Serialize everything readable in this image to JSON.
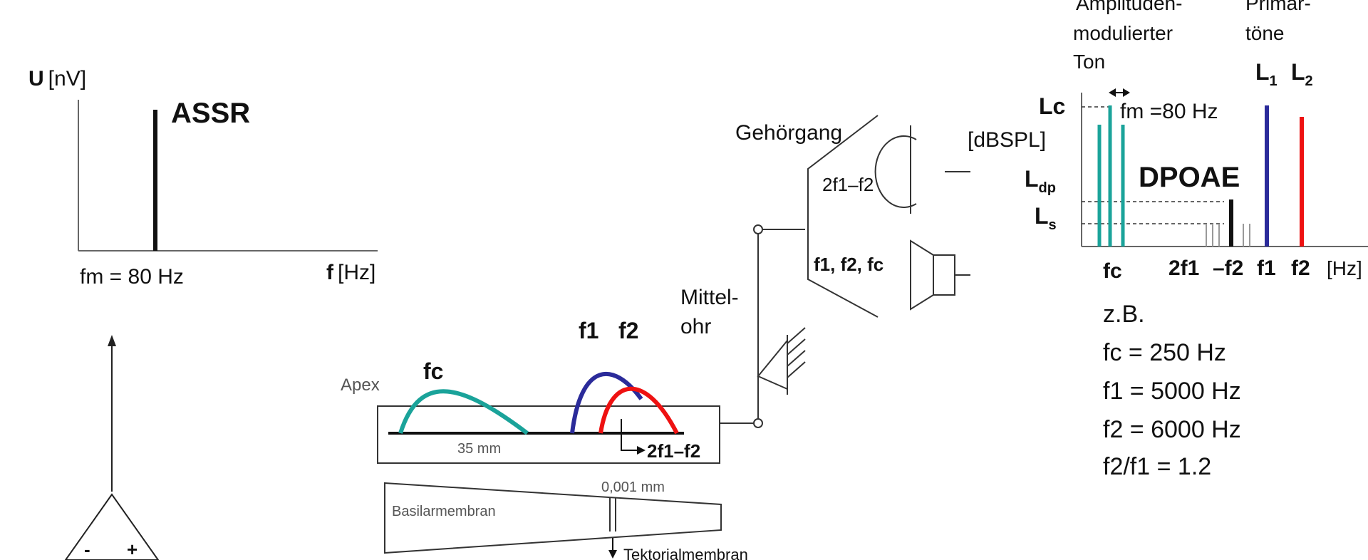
{
  "colors": {
    "teal": "#1aa39a",
    "blue": "#2b2b9a",
    "red": "#ee1111",
    "ink": "#111111",
    "gray": "#999999"
  },
  "assr": {
    "y_axis_symbol": "U",
    "y_axis_unit": "[nV]",
    "peak_label": "ASSR",
    "x_axis_symbol": "f",
    "x_axis_unit": "[Hz]",
    "fm_label": "fm = 80 Hz"
  },
  "amplifier": {
    "minus": "-",
    "plus": "+"
  },
  "cochlea": {
    "apex_label": "Apex",
    "fc_label": "fc",
    "f1_label": "f1",
    "f2_label": "f2",
    "length_label": "35 mm",
    "dp_label": "2f1–f2",
    "basilar_label": "Basilarmembran",
    "width_label": "0,001 mm",
    "tectorial_label": "Tektorialmembran"
  },
  "middle_ear": {
    "line1": "Mittel-",
    "line2": "ohr"
  },
  "ear_canal": {
    "label": "Gehörgang",
    "mic_label": "2f1–f2",
    "speaker_label": "f1, f2, fc"
  },
  "spectrum": {
    "am_line1": "Amplituden-",
    "am_line2": "modulierter",
    "am_line3": "Ton",
    "primary_line1": "Primär-",
    "primary_line2": "töne",
    "L1": "L",
    "L1_sub": "1",
    "L2": "L",
    "L2_sub": "2",
    "Lc": "Lc",
    "unit": "[dBSPL]",
    "Ldp": "L",
    "Ldp_sub": "dp",
    "Ls": "L",
    "Ls_sub": "s",
    "fm_label": "fm =80 Hz",
    "dpoae_label": "DPOAE",
    "x_fc": "fc",
    "x_2f1": "2f1",
    "x_f2dp": "–f2",
    "x_f1": "f1",
    "x_f2": "f2",
    "x_unit": "[Hz]"
  },
  "example": {
    "heading": "z.B.",
    "fc": "fc = 250 Hz",
    "f1": "f1 = 5000 Hz",
    "f2": "f2 = 6000 Hz",
    "ratio": "f2/f1 = 1.2"
  }
}
